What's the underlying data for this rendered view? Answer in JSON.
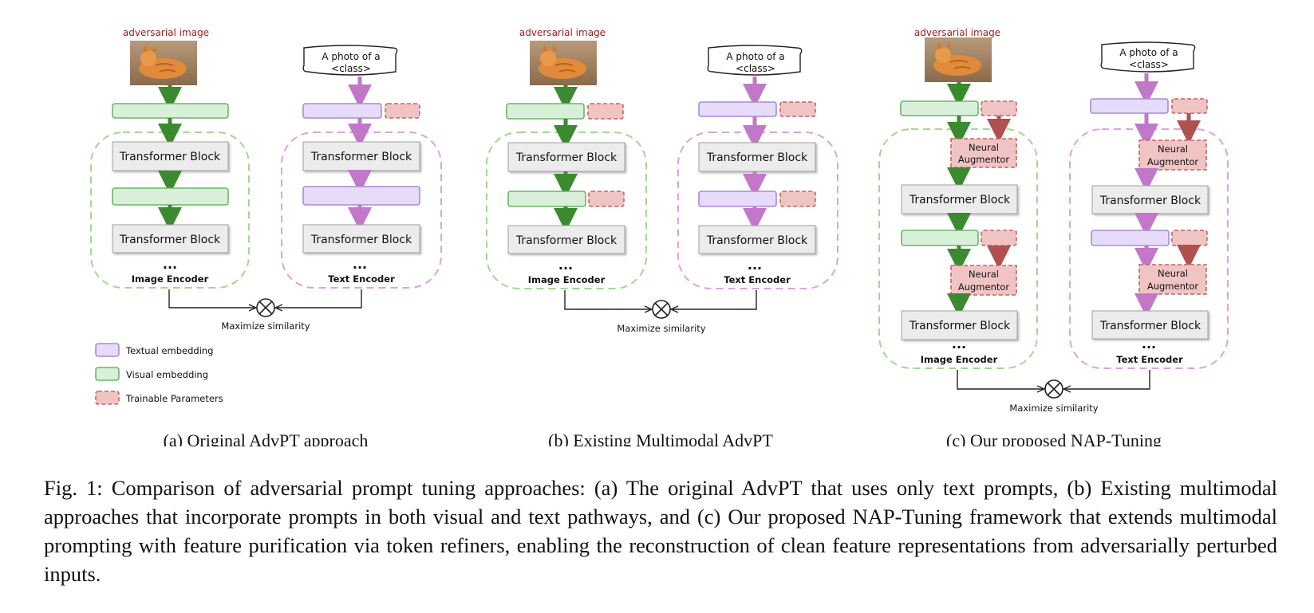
{
  "colors": {
    "visual_fill": "#d9f0d8",
    "visual_stroke": "#6ab56a",
    "text_fill": "#e6dcfa",
    "text_stroke": "#a98ad6",
    "train_fill": "#f1c4c4",
    "train_stroke": "#c46464",
    "block_fill": "#ececec",
    "block_stroke": "#a0a0a0",
    "green_arrow": "#3b8a30",
    "pink_arrow": "#c277c9",
    "red_arrow": "#b05050",
    "image_dash": "#a6d692",
    "text_dash": "#d9a4df",
    "label_red": "#9b1c1c"
  },
  "panels": {
    "a": {
      "adv_label": "adversarial image",
      "prompt_line1": "A photo of a",
      "prompt_line2": "<class>",
      "block1": "Transformer Block",
      "block2": "Transformer Block",
      "tblock1": "Transformer Block",
      "tblock2": "Transformer Block",
      "dots_img": "...",
      "dots_txt": "...",
      "img_encoder": "Image Encoder",
      "txt_encoder": "Text Encoder",
      "similarity": "Maximize similarity",
      "subcaption": "(a) Original AdvPT approach"
    },
    "b": {
      "adv_label": "adversarial image",
      "prompt_line1": "A photo of a",
      "prompt_line2": "<class>",
      "block1": "Transformer Block",
      "block2": "Transformer Block",
      "tblock1": "Transformer Block",
      "tblock2": "Transformer Block",
      "dots_img": "...",
      "dots_txt": "...",
      "img_encoder": "Image Encoder",
      "txt_encoder": "Text Encoder",
      "similarity": "Maximize similarity",
      "subcaption": "(b) Existing Multimodal AdvPT"
    },
    "c": {
      "adv_label": "adversarial image",
      "prompt_line1": "A photo of a",
      "prompt_line2": "<class>",
      "aug1_l1": "Neural",
      "aug1_l2": "Augmentor",
      "aug2_l1": "Neural",
      "aug2_l2": "Augmentor",
      "taug1_l1": "Neural",
      "taug1_l2": "Augmentor",
      "taug2_l1": "Neural",
      "taug2_l2": "Augmentor",
      "block1": "Transformer Block",
      "block2": "Transformer Block",
      "tblock1": "Transformer Block",
      "tblock2": "Transformer Block",
      "dots_img": "...",
      "dots_txt": "...",
      "img_encoder": "Image Encoder",
      "txt_encoder": "Text Encoder",
      "similarity": "Maximize similarity",
      "subcaption": "(c) Our proposed NAP-Tuning"
    }
  },
  "legend": {
    "textual": "Textual embedding",
    "visual": "Visual embedding",
    "trainable": "Trainable Parameters"
  },
  "caption": "Fig. 1: Comparison of adversarial prompt tuning approaches: (a) The original AdvPT that uses only text prompts, (b) Existing multimodal approaches that incorporate prompts in both visual and text pathways, and (c) Our proposed NAP-Tuning framework that extends multimodal prompting with feature purification via token refiners, enabling the reconstruction of clean feature representations from adversarially perturbed inputs."
}
